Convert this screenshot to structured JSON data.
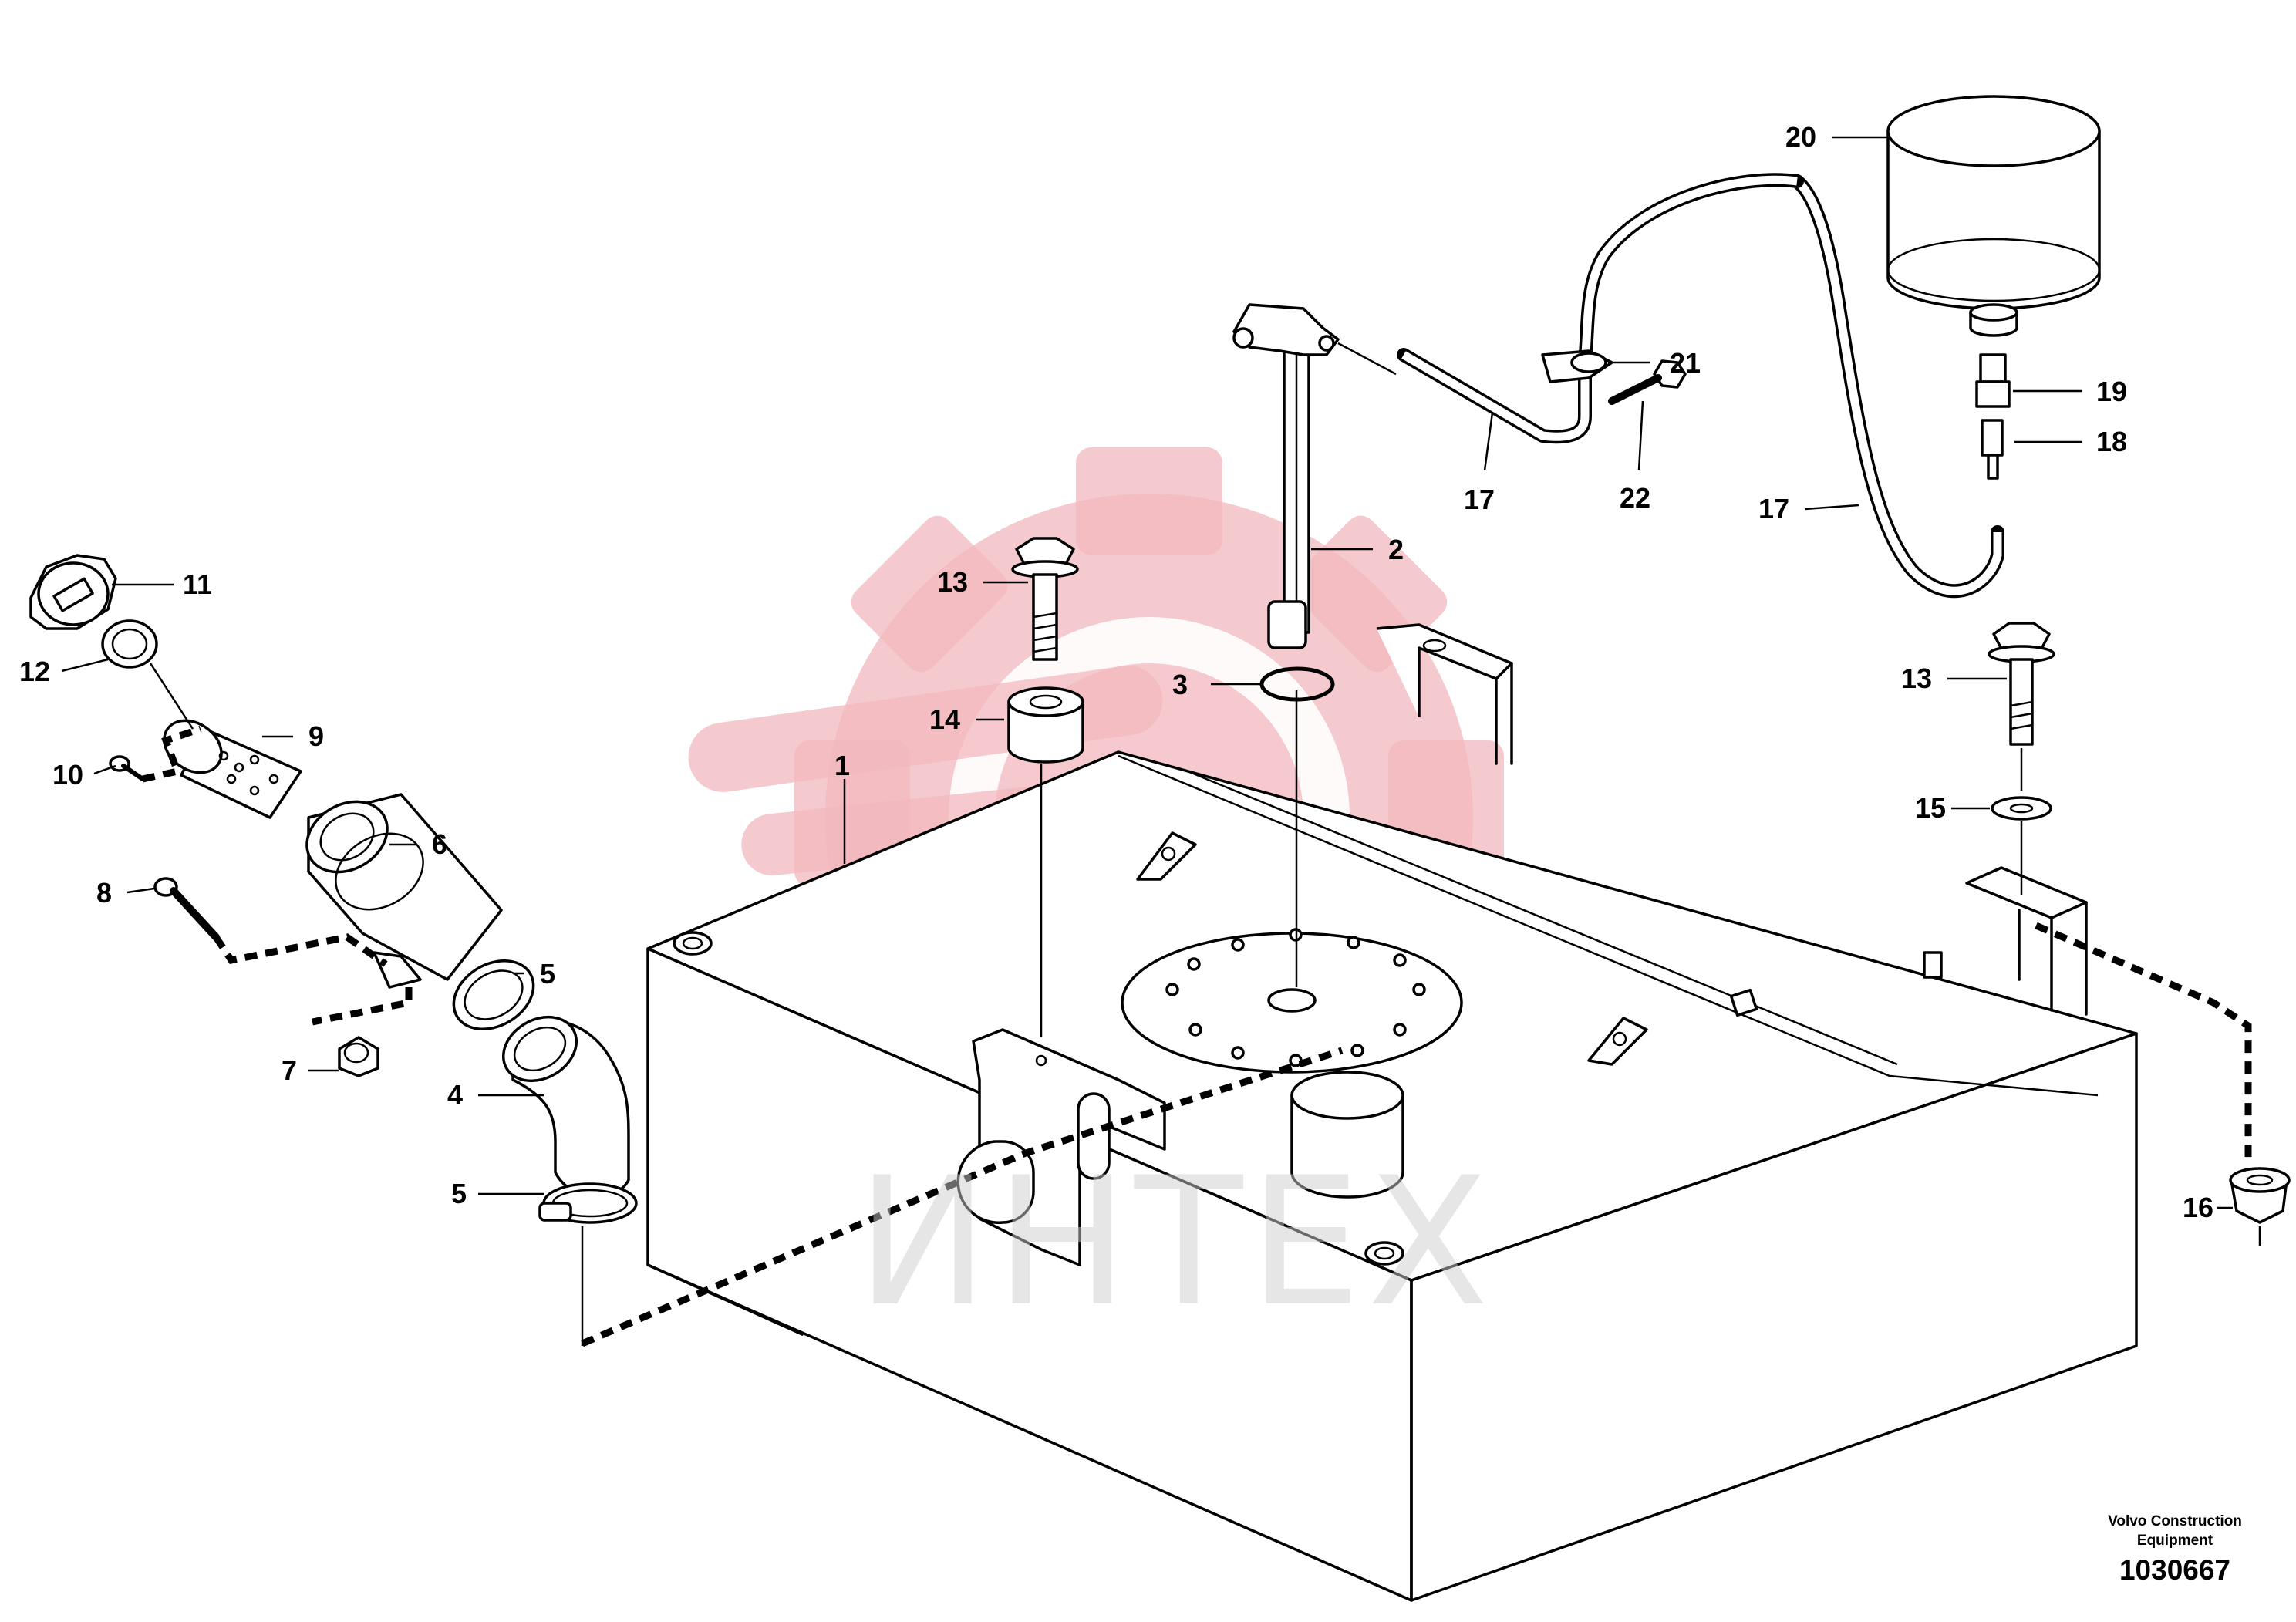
{
  "diagram": {
    "callouts": {
      "c1": "1",
      "c2": "2",
      "c3": "3",
      "c4": "4",
      "c5a": "5",
      "c5b": "5",
      "c6": "6",
      "c7": "7",
      "c8": "8",
      "c9": "9",
      "c10": "10",
      "c11": "11",
      "c12": "12",
      "c13a": "13",
      "c13b": "13",
      "c14": "14",
      "c15": "15",
      "c16": "16",
      "c17a": "17",
      "c17b": "17",
      "c18": "18",
      "c19": "19",
      "c20": "20",
      "c21": "21",
      "c22": "22"
    },
    "watermark_text": "ИНТЕХ",
    "credit_line1": "Volvo Construction",
    "credit_line2": "Equipment",
    "document_number": "1030667"
  },
  "colors": {
    "watermark_logo": "#f2b8bd",
    "line": "#000000",
    "watermark_text": "#cfcfcf"
  }
}
